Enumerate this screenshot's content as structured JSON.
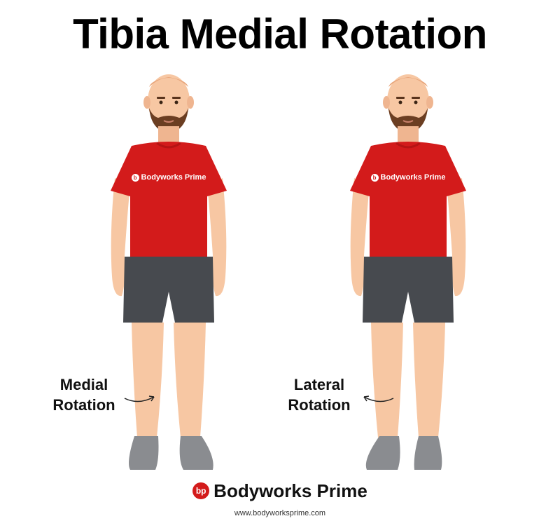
{
  "title": "Tibia Medial Rotation",
  "figures": [
    {
      "shirt_logo": "Bodyworks Prime",
      "label_line1": "Medial",
      "label_line2": "Rotation"
    },
    {
      "shirt_logo": "Bodyworks Prime",
      "label_line1": "Lateral",
      "label_line2": "Rotation"
    }
  ],
  "footer": {
    "brand": "Bodyworks Prime",
    "url": "www.bodyworksprime.com"
  },
  "colors": {
    "shirt": "#d31b1b",
    "shorts": "#474a4f",
    "skin": "#f7c7a3",
    "shoes": "#8a8c90",
    "beard": "#6b3e22"
  },
  "icons": [
    "brand-logo-icon",
    "curved-arrow-icon"
  ]
}
